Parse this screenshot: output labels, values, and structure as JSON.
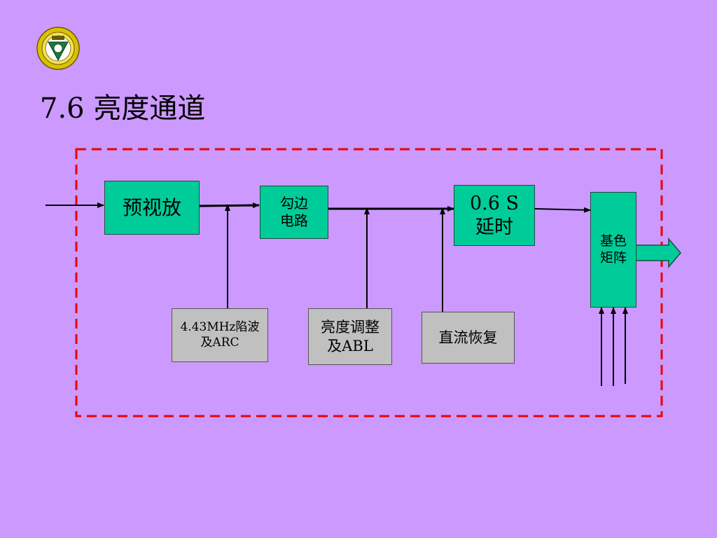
{
  "slide": {
    "title": "7.6 亮度通道"
  },
  "blocks": {
    "preamp": "预视放",
    "edge": "勾边\n电路",
    "delay": "0.6 S\n延时",
    "matrix": "基色\n矩阵",
    "trap": "4.43MHz陷波\n及ARC",
    "brightness": "亮度调整\n及ABL",
    "dc_restore": "直流恢复"
  },
  "colors": {
    "background": "#cc99ff",
    "signal_block": "#00cc99",
    "control_block": "#c0c0c0",
    "frame_dash": "#ee0000"
  }
}
